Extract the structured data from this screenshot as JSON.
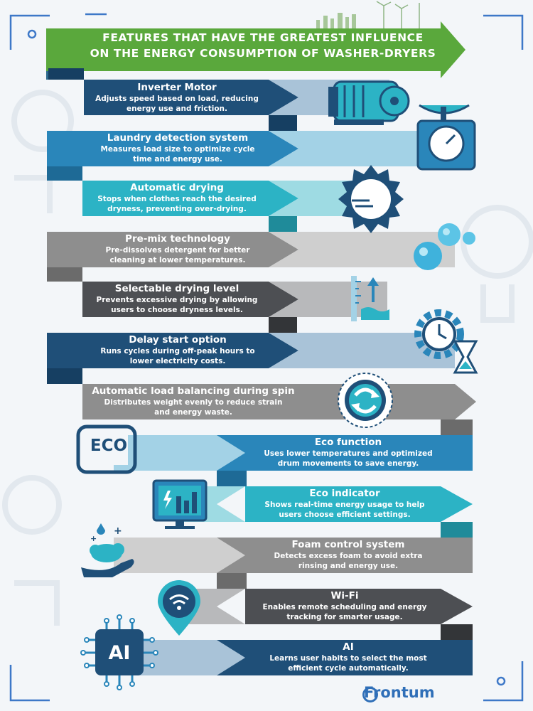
{
  "title": {
    "line1": "FEATURES THAT HAVE THE GREATEST INFLUENCE",
    "line2": "ON THE ENERGY CONSUMPTION OF WASHER-DRYERS"
  },
  "features": [
    {
      "title": "Inverter Motor",
      "desc1": "Adjusts speed based on load, reducing",
      "desc2": "energy use and friction.",
      "icon": "motor-icon"
    },
    {
      "title": "Laundry detection system",
      "desc1": "Measures load size to optimize cycle",
      "desc2": "time and energy use.",
      "icon": "weighing-scale-icon"
    },
    {
      "title": "Automatic drying",
      "desc1": "Stops when clothes reach the desired",
      "desc2": "dryness, preventing over-drying.",
      "icon": "sun-icon"
    },
    {
      "title": "Pre-mix technology",
      "desc1": "Pre-dissolves detergent for better",
      "desc2": "cleaning at lower temperatures.",
      "icon": "bubbles-icon"
    },
    {
      "title": "Selectable drying level",
      "desc1": "Prevents excessive drying by allowing",
      "desc2": "users to choose dryness levels.",
      "icon": "water-level-icon"
    },
    {
      "title": "Delay start option",
      "desc1": "Runs cycles during off-peak hours to",
      "desc2": "lower electricity costs.",
      "icon": "gear-clock-hourglass-icon"
    },
    {
      "title": "Automatic load balancing during spin",
      "desc1": "Distributes weight evenly to reduce strain",
      "desc2": "and energy waste.",
      "icon": "balance-arrows-icon"
    },
    {
      "title": "Eco function",
      "desc1": "Uses lower temperatures and optimized",
      "desc2": "drum movements to save energy.",
      "icon": "eco-icon"
    },
    {
      "title": "Eco indicator",
      "desc1": "Shows real-time energy usage to help",
      "desc2": "users choose efficient settings.",
      "icon": "energy-monitor-icon"
    },
    {
      "title": "Foam control system",
      "desc1": "Detects excess foam to avoid extra",
      "desc2": "rinsing and energy use.",
      "icon": "hand-foam-icon"
    },
    {
      "title": "Wi-Fi",
      "desc1": "Enables remote scheduling and energy",
      "desc2": "tracking for smarter usage.",
      "icon": "wifi-pin-icon"
    },
    {
      "title": "AI",
      "desc1": "Learns user habits to select the most",
      "desc2": "efficient cycle automatically.",
      "icon": "ai-chip-icon"
    }
  ],
  "icon_labels": {
    "eco": "ECO",
    "ai": "AI"
  },
  "brand": {
    "name": "Frontum"
  },
  "colors": {
    "green": "#5aa83c",
    "dark_blue": "#1f4f78",
    "mid_blue": "#2a86ba",
    "teal": "#2cb3c5",
    "gray": "#8e8e8e",
    "dark_gray": "#4d4f53",
    "brand_blue": "#2f6fb8"
  }
}
